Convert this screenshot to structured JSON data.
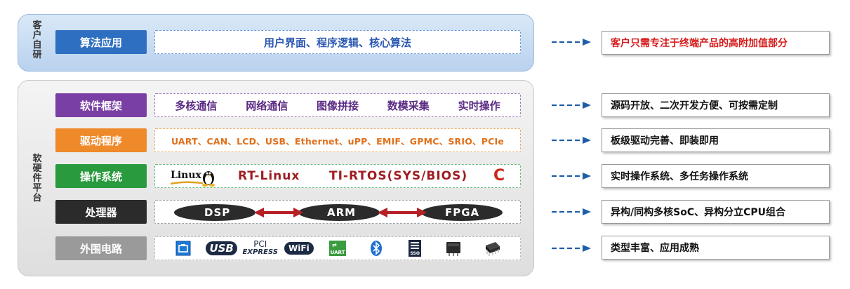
{
  "top": {
    "vertical_label": "客户自研",
    "layer": {
      "label": "算法应用",
      "content": "用户界面、程序逻辑、核心算法",
      "note": "客户只需专注于终端产品的高附加值部分"
    }
  },
  "bottom": {
    "vertical_label": "软硬件平台",
    "layers": [
      {
        "label": "软件框架",
        "items": [
          "多核通信",
          "网络通信",
          "图像拼接",
          "数模采集",
          "实时操作"
        ],
        "note": "源码开放、二次开发方便、可按需定制"
      },
      {
        "label": "驱动程序",
        "content": "UART、CAN、LCD、USB、Ethernet、uPP、EMIF、GPMC、SRIO、PCIe",
        "note": "板级驱动完善、即装即用"
      },
      {
        "label": "操作系统",
        "os": {
          "linux_logo": "Linux",
          "items": [
            "RT-Linux",
            "TI-RTOS(SYS/BIOS)",
            "C"
          ]
        },
        "note": "实时操作系统、多任务操作系统"
      },
      {
        "label": "处理器",
        "chips": [
          "DSP",
          "ARM",
          "FPGA"
        ],
        "note": "异构/同构多核SoC、异构分立CPU组合"
      },
      {
        "label": "外围电路",
        "icons": {
          "usb": "USB",
          "pci_top": "PCI",
          "pci_bottom": "EXPRESS",
          "wifi": "WiFi",
          "uart": "UART",
          "sso": "SSO"
        },
        "note": "类型丰富、应用成熟"
      }
    ]
  },
  "colors": {
    "algo": "#2e6fc2",
    "software": "#7a3fa4",
    "driver": "#ef8a2b",
    "os": "#2a9a3f",
    "processor": "#2b2b2b",
    "peripheral": "#9a9a9a",
    "arrow": "#1e5ea8",
    "note_red": "#d61a1a"
  }
}
